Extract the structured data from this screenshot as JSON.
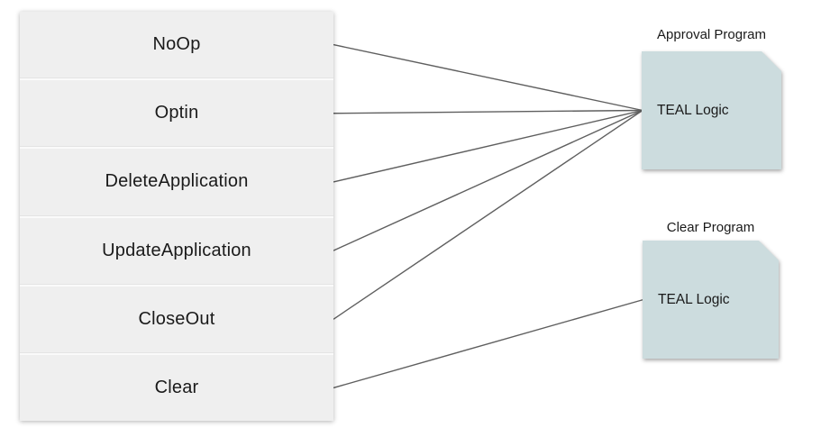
{
  "table": {
    "rows": [
      {
        "label": "NoOp"
      },
      {
        "label": "Optin"
      },
      {
        "label": "DeleteApplication"
      },
      {
        "label": "UpdateApplication"
      },
      {
        "label": "CloseOut"
      },
      {
        "label": "Clear"
      }
    ]
  },
  "programs": {
    "approval": {
      "title": "Approval Program",
      "content": "TEAL Logic"
    },
    "clear": {
      "title": "Clear Program",
      "content": "TEAL Logic"
    }
  },
  "connections": [
    {
      "from": 0,
      "to": "approval"
    },
    {
      "from": 1,
      "to": "approval"
    },
    {
      "from": 2,
      "to": "approval"
    },
    {
      "from": 3,
      "to": "approval"
    },
    {
      "from": 4,
      "to": "approval"
    },
    {
      "from": 5,
      "to": "clear"
    }
  ],
  "colors": {
    "row_fill": "#efefef",
    "program_fill": "#ccdcde",
    "line": "#5f5f5f",
    "text": "#1a1a1a"
  }
}
